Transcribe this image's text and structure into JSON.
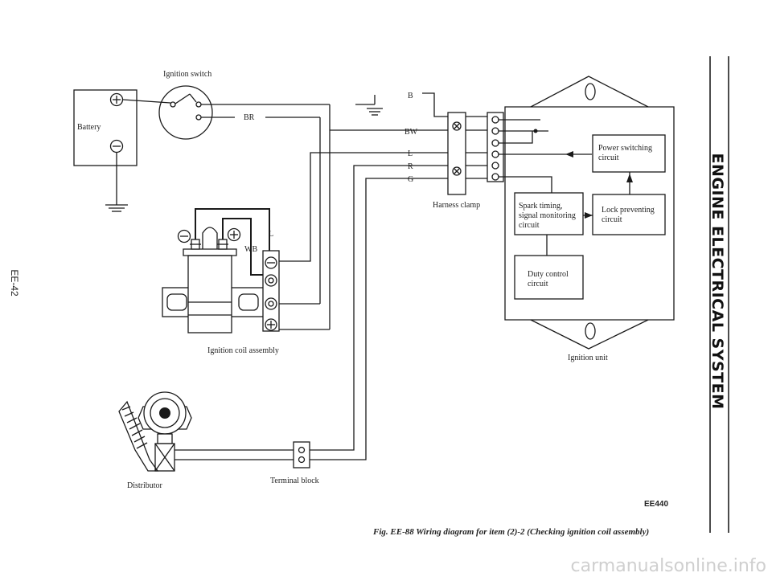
{
  "page": {
    "page_number": "EE-42",
    "side_title": "ENGINE ELECTRICAL SYSTEM",
    "figure_code": "EE440",
    "caption": "Fig. EE-88 Wiring diagram for item (2)-2 (Checking ignition coil assembly)",
    "watermark": "carmanualsonline.info"
  },
  "diagram": {
    "labels": {
      "ignition_switch": "Ignition switch",
      "battery": "Battery",
      "ignition_coil_assembly": "Ignition coil assembly",
      "distributor": "Distributor",
      "terminal_block": "Terminal block",
      "harness_clamp": "Harness clamp",
      "ignition_unit": "Ignition unit"
    },
    "wire_codes": {
      "br": "BR",
      "wb": "WB",
      "l_coil": "L",
      "b": "B",
      "bw": "BW",
      "l": "L",
      "r": "R",
      "g": "G"
    },
    "unit_blocks": {
      "power_switching": [
        "Power switching",
        "circuit"
      ],
      "lock_preventing": [
        "Lock preventing",
        "circuit"
      ],
      "spark_timing": [
        "Spark timing,",
        "signal monitoring",
        "circuit"
      ],
      "duty_control": [
        "Duty control",
        "circuit"
      ]
    },
    "colors": {
      "line": "#1a1a1a",
      "paper": "#ffffff",
      "text": "#222222"
    }
  }
}
